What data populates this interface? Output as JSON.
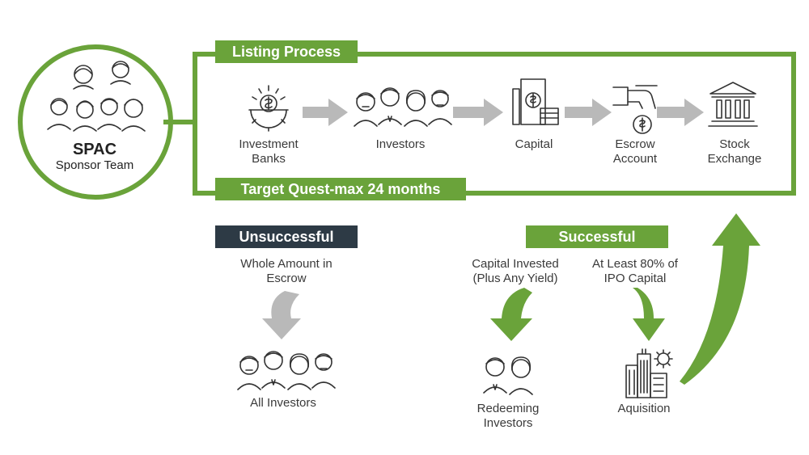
{
  "sponsor": {
    "title": "SPAC",
    "subtitle": "Sponsor Team"
  },
  "listing": {
    "header": "Listing Process",
    "footer": "Target Quest-max 24 months",
    "steps": [
      {
        "label": "Investment Banks",
        "icon": "bank-gear-icon"
      },
      {
        "label": "Investors",
        "icon": "investors-group-icon"
      },
      {
        "label": "Capital",
        "icon": "capital-icon"
      },
      {
        "label": "Escrow Account",
        "icon": "escrow-hand-icon"
      },
      {
        "label": "Stock Exchange",
        "icon": "exchange-building-icon"
      }
    ]
  },
  "unsuccessful": {
    "header": "Unsuccessful",
    "note": "Whole Amount in Escrow",
    "result": "All Investors"
  },
  "successful": {
    "header": "Successful",
    "left_note": "Capital Invested (Plus Any Yield)",
    "right_note": "At Least 80% of IPO Capital",
    "left_result": "Redeeming Investors",
    "right_result": "Aquisition"
  },
  "colors": {
    "green": "#6aa33a",
    "dark": "#2d3a45",
    "grey": "#b9b9b9",
    "text": "#3a3a3a"
  }
}
